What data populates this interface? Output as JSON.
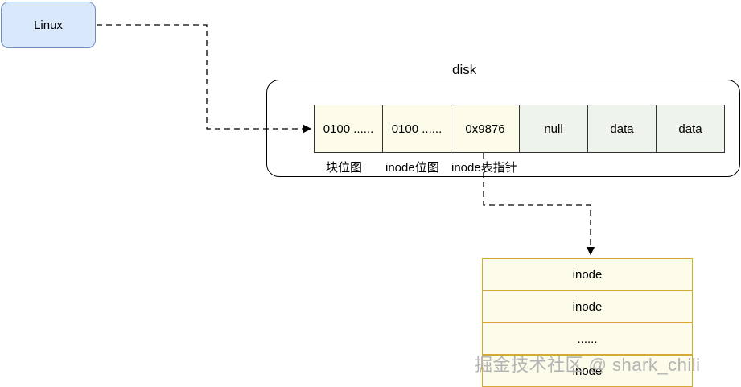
{
  "linux_box": {
    "label": "Linux"
  },
  "disk": {
    "title": "disk",
    "cells": [
      "0100 ......",
      "0100 ......",
      "0x9876",
      "null",
      "data",
      "data"
    ],
    "labels": [
      "块位图",
      "inode位图",
      "inode表指针"
    ]
  },
  "inode_table": {
    "rows": [
      "inode",
      "inode",
      "......",
      "inode"
    ]
  },
  "watermark": "掘金技术社区 @ shark_chili",
  "colors": {
    "linux_fill": "#dae8fc",
    "linux_stroke": "#6c8ebf",
    "cell_yellow": "#fdfbea",
    "cell_green": "#eef3ec",
    "inode_stroke": "#d6a838"
  }
}
